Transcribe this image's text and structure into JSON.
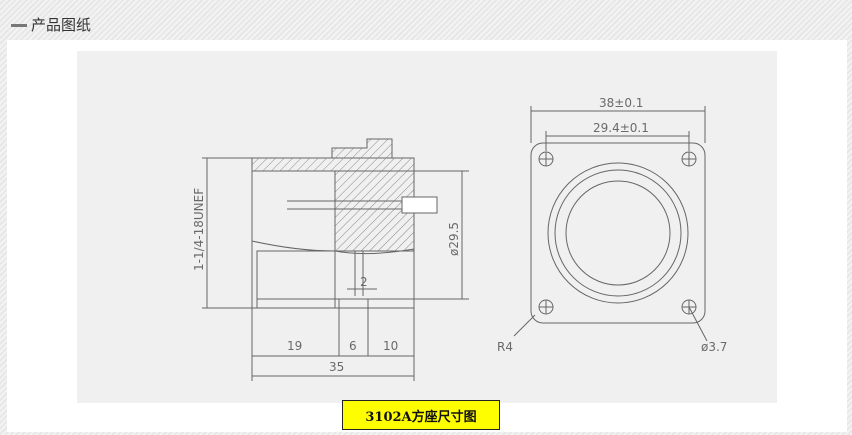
{
  "section": {
    "title": "产品图纸"
  },
  "caption": "3102A方座尺寸图",
  "dimensions": {
    "side_width": "35",
    "side_front": "19",
    "side_mid": "6",
    "side_rear": "10",
    "side_gap": "2",
    "thread": "1-1/4-18UNEF",
    "side_dia": "ø29.5",
    "flange_width": "38±0.1",
    "hole_spacing": "29.4±0.1",
    "corner_radius": "R4",
    "hole_dia": "ø3.7"
  }
}
